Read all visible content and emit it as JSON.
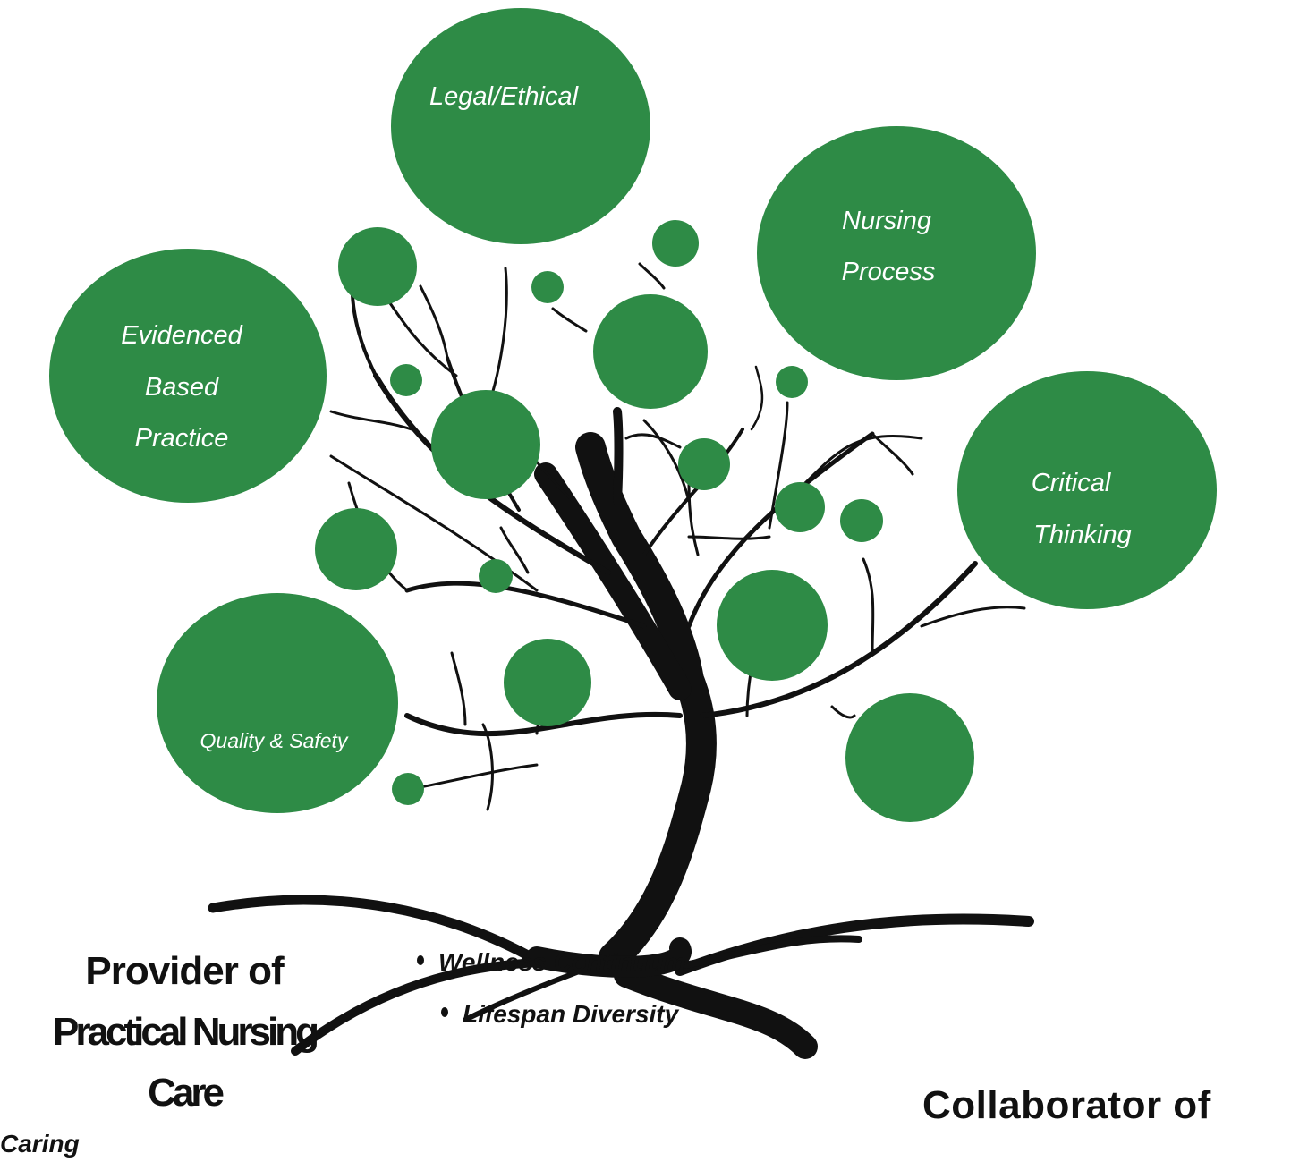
{
  "colors": {
    "leaf": "#2e8b46",
    "ink": "#111111",
    "leaf_text": "#ffffff",
    "background": "#ffffff"
  },
  "leaves": {
    "legal_ethical": "Legal/Ethical",
    "nursing_process": [
      "Nursing",
      "Process"
    ],
    "evidenced_based_practice": [
      "Evidenced",
      "Based",
      "Practice"
    ],
    "critical_thinking": [
      "Critical",
      "Thinking"
    ],
    "quality_safety": "Quality & Safety"
  },
  "title": [
    "Provider of",
    "Practical Nursing",
    "Care"
  ],
  "bullets": [
    "Wellness  Continuum",
    "Lifespan Diversity"
  ],
  "collaborator": "Collaborator of",
  "caring": "Caring"
}
